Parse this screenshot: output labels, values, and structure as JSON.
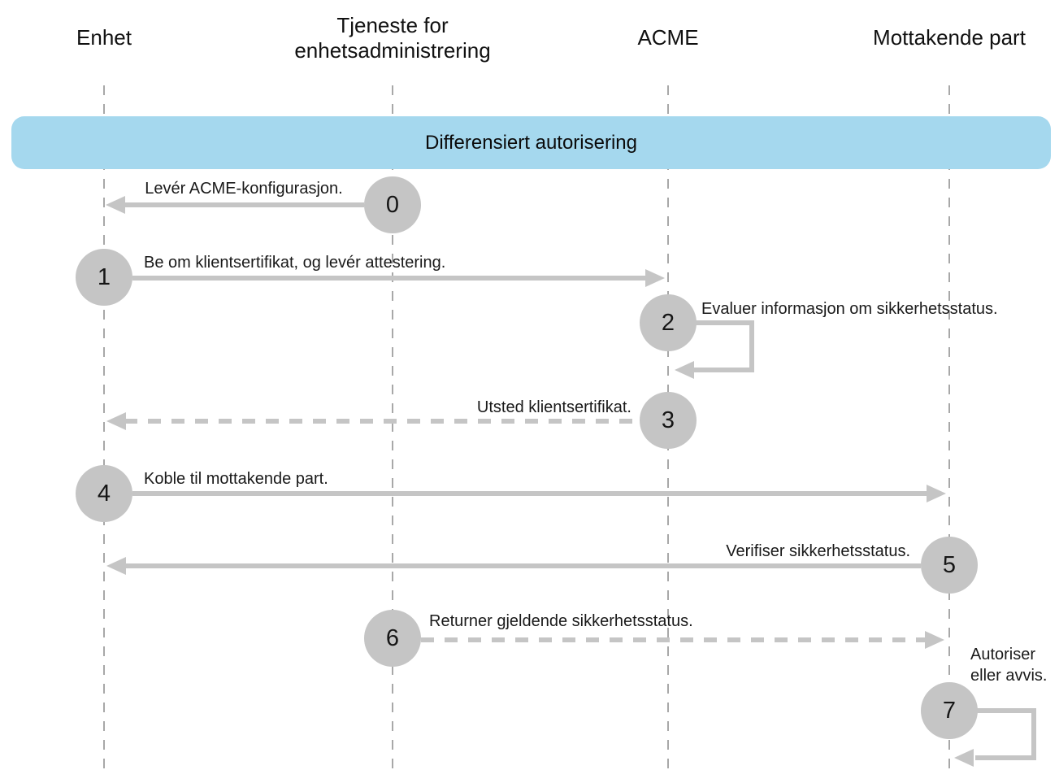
{
  "colors": {
    "banner": "#a5d8ee",
    "arrow": "#c5c5c5",
    "circle": "#c5c5c5",
    "lifeline": "#a8a8a8",
    "text": "#111111"
  },
  "diagram": {
    "type": "sequence-diagram",
    "title": "Differensiert autorisering",
    "actors": [
      {
        "name": "Enhet"
      },
      {
        "name": "Tjeneste for enhetsadministrering"
      },
      {
        "name": "ACME"
      },
      {
        "name": "Mottakende part"
      }
    ],
    "steps": [
      {
        "num": "0",
        "label": "Levér ACME-konfigurasjon.",
        "from": "Tjeneste for enhetsadministrering",
        "to": "Enhet",
        "line": "solid"
      },
      {
        "num": "1",
        "label": "Be om klientsertifikat, og levér attestering.",
        "from": "Enhet",
        "to": "ACME",
        "line": "solid"
      },
      {
        "num": "2",
        "label": "Evaluer informasjon om sikkerhetsstatus.",
        "from": "ACME",
        "to": "ACME",
        "line": "self-loop"
      },
      {
        "num": "3",
        "label": "Utsted klientsertifikat.",
        "from": "ACME",
        "to": "Enhet",
        "line": "dashed"
      },
      {
        "num": "4",
        "label": "Koble til mottakende part.",
        "from": "Enhet",
        "to": "Mottakende part",
        "line": "solid"
      },
      {
        "num": "5",
        "label": "Verifiser sikkerhetsstatus.",
        "from": "Mottakende part",
        "to": "Enhet",
        "line": "solid"
      },
      {
        "num": "6",
        "label": "Returner gjeldende sikkerhetsstatus.",
        "from": "Tjeneste for enhetsadministrering",
        "to": "Mottakende part",
        "line": "dashed"
      },
      {
        "num": "7",
        "label": "Autoriser eller avvis.",
        "from": "Mottakende part",
        "to": "Mottakende part",
        "line": "self-loop"
      }
    ]
  }
}
